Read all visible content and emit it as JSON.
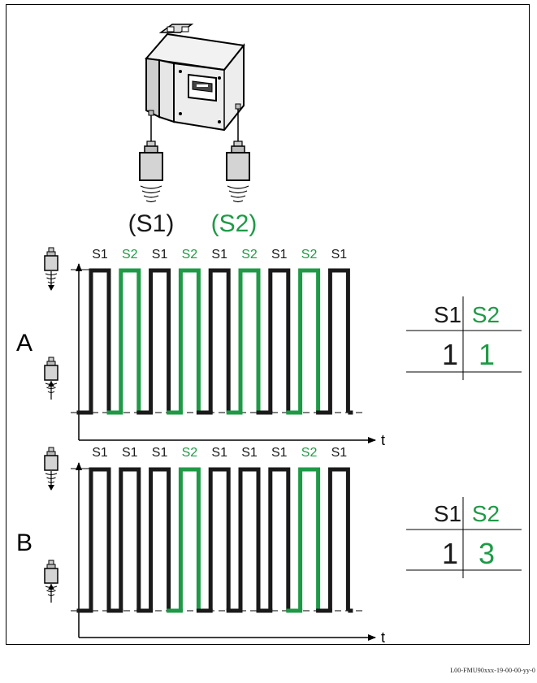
{
  "sensors": {
    "s1_label": "(S1)",
    "s2_label": "(S2)"
  },
  "panel_a": {
    "name": "A",
    "sequence": [
      "S1",
      "S2",
      "S1",
      "S2",
      "S1",
      "S2",
      "S1",
      "S2",
      "S1"
    ],
    "table": {
      "header": [
        "S1",
        "S2"
      ],
      "ratio": [
        "1",
        "1"
      ]
    },
    "axis_label": "t"
  },
  "panel_b": {
    "name": "B",
    "sequence": [
      "S1",
      "S1",
      "S1",
      "S2",
      "S1",
      "S1",
      "S1",
      "S2",
      "S1"
    ],
    "table": {
      "header": [
        "S1",
        "S2"
      ],
      "ratio": [
        "1",
        "3"
      ]
    },
    "axis_label": "t"
  },
  "colors": {
    "s1": "#1a1a1a",
    "s2": "#1e9a46"
  },
  "reference": "L00-FMU90xxx-19-00-00-yy-0"
}
